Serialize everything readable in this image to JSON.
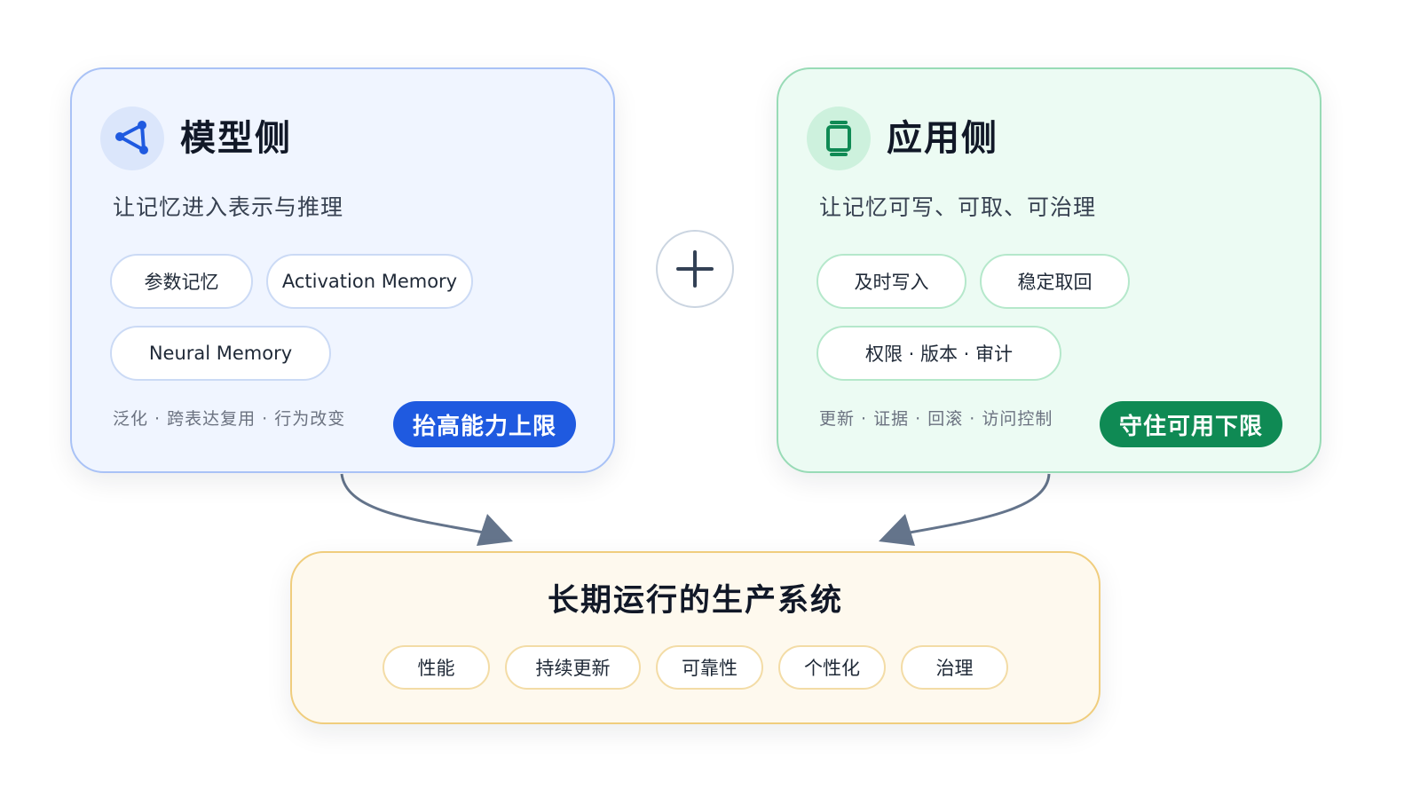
{
  "model": {
    "icon": "share-nodes-icon",
    "title": "模型侧",
    "subtitle": "让记忆进入表示与推理",
    "tags": [
      "参数记忆",
      "Activation Memory",
      "Neural Memory"
    ],
    "footer": "泛化 · 跨表达复用 · 行为改变",
    "badge": "抬高能力上限",
    "accent": "#1f5ae0"
  },
  "connector": {
    "icon": "plus-icon"
  },
  "app": {
    "icon": "smartwatch-icon",
    "title": "应用侧",
    "subtitle": "让记忆可写、可取、可治理",
    "tags": [
      "及时写入",
      "稳定取回",
      "权限 · 版本 · 审计"
    ],
    "footer": "更新 · 证据 · 回滚 · 访问控制",
    "badge": "守住可用下限",
    "accent": "#0f8a54"
  },
  "system": {
    "title": "长期运行的生产系统",
    "tags": [
      "性能",
      "持续更新",
      "可靠性",
      "个性化",
      "治理"
    ]
  },
  "colors": {
    "model_bg": "#f0f5ff",
    "app_bg": "#ecfbf3",
    "system_bg": "#fef9ee",
    "arrow": "#64748b"
  }
}
